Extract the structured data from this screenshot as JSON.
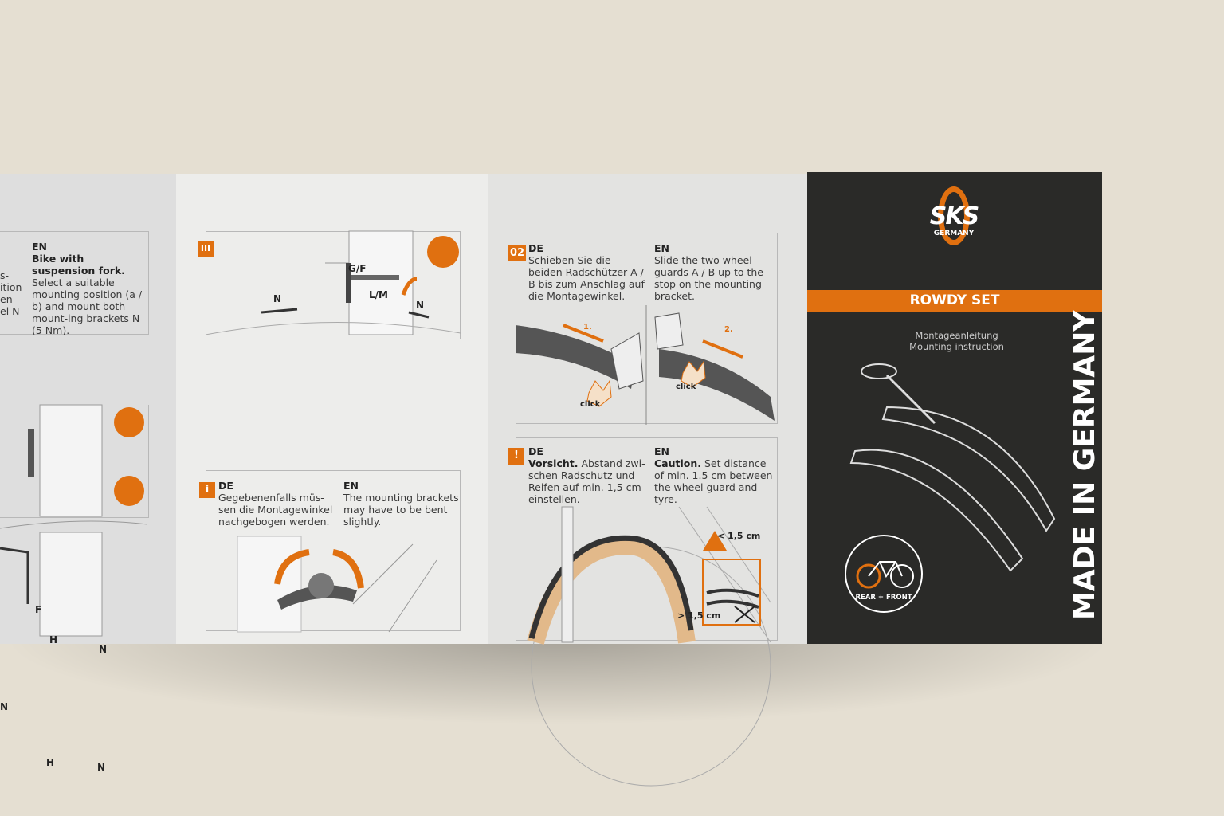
{
  "panel1": {
    "fragments": [
      "s-",
      "ition",
      "en",
      "el N"
    ],
    "en_lang": "EN",
    "en_title": "Bike with suspension fork.",
    "en_text": "Select a suitable mounting position (a / b) and mount both mount-ing brackets N (5 Nm).",
    "labels": {
      "f1": "F",
      "h1": "H",
      "n1": "N",
      "n2": "N",
      "h2": "H",
      "n3": "N"
    }
  },
  "panel2": {
    "step": "III",
    "labels": {
      "gf": "G/F",
      "lm": "L/M",
      "n_left": "N",
      "n_right": "N"
    },
    "info_badge": "i",
    "de_lang": "DE",
    "de_text": "Gegebenenfalls müs-sen die Montagewinkel nachgebogen werden.",
    "en_lang": "EN",
    "en_text": "The mounting brackets may have to be bent slightly."
  },
  "panel3": {
    "step": "02",
    "de_lang": "DE",
    "de_text": "Schieben Sie die beiden Radschützer A / B bis zum Anschlag auf die Montagewinkel.",
    "en_lang": "EN",
    "en_text": "Slide the two wheel guards A / B up to the stop on the mounting bracket.",
    "arrow1": "1.",
    "arrow2": "2.",
    "click1": "click",
    "click2": "click",
    "warn_badge": "!",
    "de2_lang": "DE",
    "de2_title": "Vorsicht.",
    "de2_text": "Abstand zwi-schen Radschutz und Reifen auf min. 1,5 cm einstellen.",
    "en2_lang": "EN",
    "en2_title": "Caution.",
    "en2_text": "Set distance of min. 1.5 cm between the wheel guard and tyre.",
    "less": "< 1,5 cm",
    "more": "> 1,5 cm"
  },
  "cover": {
    "logo": "SKS",
    "logo_sub": "GERMANY",
    "product": "ROWDY SET",
    "subtitle_de": "Montageanleitung",
    "subtitle_en": "Mounting instruction",
    "badge": "REAR + FRONT",
    "vertical": "MADE IN GERMANY"
  },
  "colors": {
    "accent": "#e07010",
    "dark": "#2a2a28",
    "paper": "#ededeb"
  }
}
